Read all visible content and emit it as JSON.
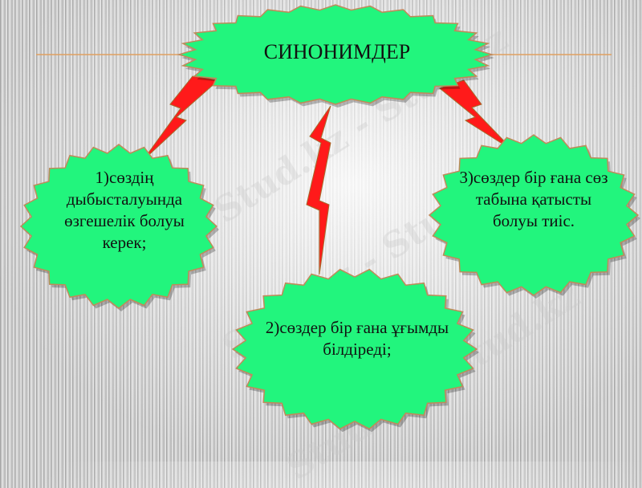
{
  "title": "СИНОНИМДЕР",
  "watermark": "Stud.kz - Stud.kz",
  "colors": {
    "shape_fill": "#22f57d",
    "shape_stroke": "#c08a5a",
    "bolt_fill": "#ff1a1a",
    "bolt_stroke": "#a66a2a",
    "rule": "#e0a060"
  },
  "items": [
    {
      "label": "1)сөздің дыбысталуында өзгешелік болуы керек;"
    },
    {
      "label": "2)сөздер бір ғана ұғымды білдіреді;"
    },
    {
      "label": "3)сөздер бір ғана сөз табына қатысты болуы тиіс."
    }
  ]
}
